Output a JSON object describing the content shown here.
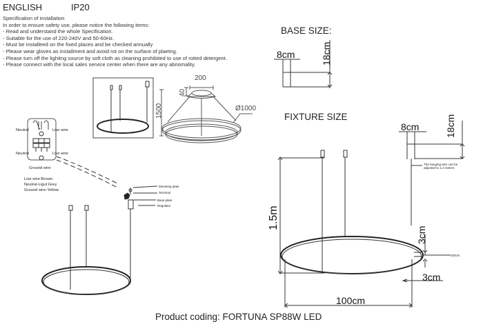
{
  "header": {
    "language": "ENGLISH",
    "ip_rating": "IP20"
  },
  "specification": {
    "title": "Specification of installation",
    "intro": "In order to ensure safety use, please notice the following items:",
    "items": [
      "- Read and understand the whole Specification.",
      "- Suitable for the use of 220-240V and 50-60Hz.",
      "- Must be installeed on the fixed places and be checked annually",
      "- Please wear gloves as installment and avoid rot on the surface of plaetng.",
      "- Please turn off the lighitng source by soft cloth as cleaning prohibited to use of rotted detergent.",
      "- Please connect with the local sales service center when there are any abnomality."
    ]
  },
  "wiring": {
    "labels": {
      "neutral_top": "Neutral",
      "live_top": "Live wire",
      "neutral_bottom": "Neutral",
      "live_bottom": "Live wire",
      "ground": "Ground wire"
    },
    "legend": [
      "Live wire-Brown",
      "Neutral-Ligut Grey",
      "Ground wire-Yellow"
    ]
  },
  "product_view": {
    "dim_top": "200",
    "dim_base_height": "40",
    "dim_height": "1500",
    "dim_diameter": "Ø1000"
  },
  "mount_parts": {
    "labels": [
      "Mounting plate",
      "Terminal",
      "Base plate",
      "Regulator"
    ]
  },
  "base_size": {
    "title": "BASE SIZE:",
    "width": "8cm",
    "height": "18cm"
  },
  "fixture_size": {
    "title": "FIXTURE SIZE",
    "base_width": "8cm",
    "base_height": "18cm",
    "wire_note": "The hanging wire can be adjusted to 1.2 meters",
    "drop": "1.5m",
    "ring_thickness_top": "3cm",
    "ring_thickness_side": "3cm",
    "ring_label": "100cm",
    "diameter": "100cm"
  },
  "footer": {
    "product_coding": "Product coding: FORTUNA SP88W LED"
  }
}
